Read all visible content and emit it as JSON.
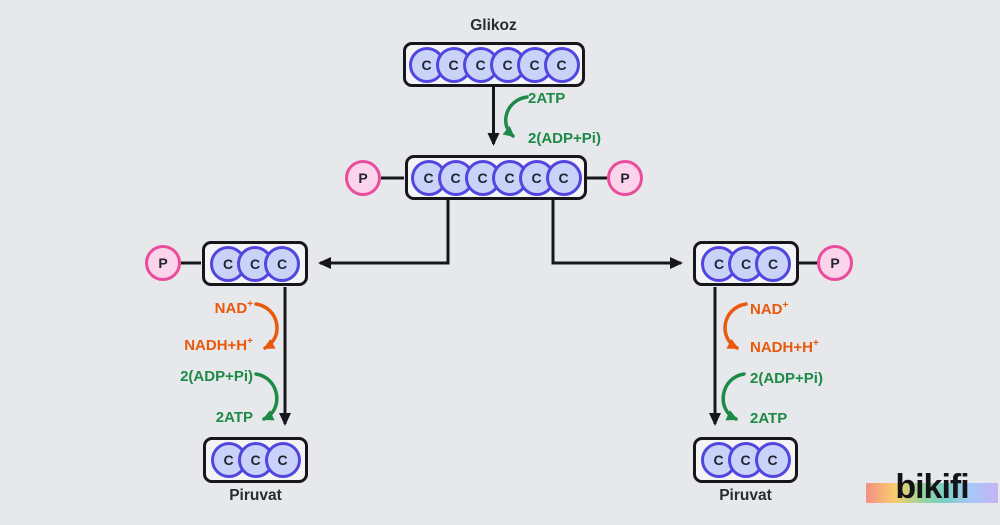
{
  "symbols": {
    "carbon": "C",
    "phosphate": "P"
  },
  "molecules": {
    "glucose": {
      "name": "Glikoz",
      "carbon_count": 6
    },
    "fructose_bisphosphate": {
      "carbon_count": 6,
      "phosphate_count": 2
    },
    "g3p_left": {
      "carbon_count": 3,
      "phosphate_count": 1
    },
    "g3p_right": {
      "carbon_count": 3,
      "phosphate_count": 1
    },
    "pyruvate_left": {
      "name": "Piruvat",
      "carbon_count": 3
    },
    "pyruvate_right": {
      "name": "Piruvat",
      "carbon_count": 3
    }
  },
  "reactions": {
    "investment": {
      "atp_in": "2ATP",
      "adp_out": "2(ADP+Pi)"
    },
    "payoff": {
      "nad_in": {
        "base": "NAD",
        "sup": "+"
      },
      "nadh_out": {
        "base": "NADH+H",
        "sup": "+"
      },
      "adp_in": "2(ADP+Pi)",
      "atp_out": "2ATP"
    }
  },
  "logo": {
    "text": "bikifi"
  },
  "colors": {
    "background": "#e7e8eb",
    "line_black": "#17171b",
    "carbon_border": "#5246e0",
    "carbon_fill": "#c9d2f8",
    "phosphate_border": "#ea4c9c",
    "phosphate_fill": "#fbd3ea",
    "green": "#1d8a47",
    "orange": "#e8590c",
    "box_fill": "#f4f4f6"
  }
}
